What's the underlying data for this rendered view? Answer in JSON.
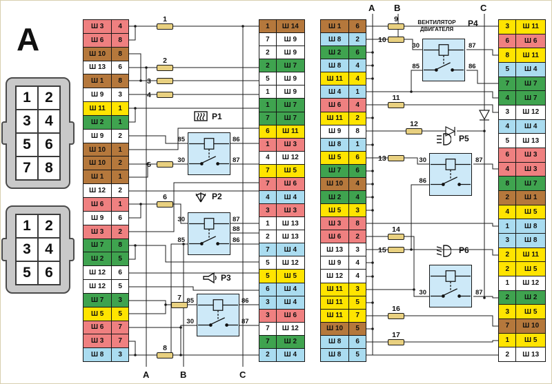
{
  "palette": {
    "red": "#ef8080",
    "yellow": "#ffe400",
    "brown": "#b5783c",
    "white": "#ffffff",
    "green": "#3fa34f",
    "cyan": "#aadcf0"
  },
  "big_label": "A",
  "markers": {
    "top": [
      "A",
      "B",
      "C"
    ],
    "bottom": [
      "A",
      "B",
      "C"
    ]
  },
  "connectors": [
    {
      "pins": [
        "1",
        "2",
        "3",
        "4",
        "5",
        "6",
        "7",
        "8"
      ]
    },
    {
      "pins": [
        "1",
        "2",
        "3",
        "4",
        "5",
        "6"
      ]
    }
  ],
  "fuses": [
    "1",
    "2",
    "3",
    "4",
    "5",
    "6",
    "7",
    "8",
    "9",
    "10",
    "11",
    "12",
    "13",
    "14",
    "15",
    "16",
    "17"
  ],
  "relays": [
    {
      "id": "P1",
      "icon": "rear-defogger",
      "pins": {
        "tl": "85",
        "tr": "86",
        "bl": "30",
        "br": "87"
      }
    },
    {
      "id": "P2",
      "icon": "washer",
      "pins": {
        "tl": "30",
        "tr": "87",
        "r": "88",
        "bl": "85",
        "br": "86"
      }
    },
    {
      "id": "P3",
      "icon": "horn",
      "pins": {
        "tl": "85",
        "tr": "86",
        "bl": "30",
        "br": "87"
      }
    },
    {
      "id": "P4",
      "title_line1": "ВЕНТИЛЯТОР",
      "title_line2": "ДВИГАТЕЛЯ",
      "pins": {
        "tl": "30",
        "tr": "87",
        "bl": "85",
        "br": "86"
      }
    },
    {
      "id": "P5",
      "icon": "high-beam",
      "pins": {
        "tl": "30",
        "tr": "87",
        "bl": "86"
      }
    },
    {
      "id": "P6",
      "icon": "low-beam",
      "pins": {
        "bl": "30",
        "br": "87"
      }
    }
  ],
  "strips": {
    "left_outer": {
      "rows": [
        {
          "label": "Ш 3",
          "pin": "4",
          "color": "red"
        },
        {
          "label": "Ш 6",
          "pin": "8",
          "color": "red"
        },
        {
          "label": "Ш 10",
          "pin": "8",
          "color": "brown"
        },
        {
          "label": "Ш 13",
          "pin": "6",
          "color": "white"
        },
        {
          "label": "Ш 1",
          "pin": "8",
          "color": "brown"
        },
        {
          "label": "Ш 9",
          "pin": "3",
          "color": "white"
        },
        {
          "label": "Ш 11",
          "pin": "1",
          "color": "yellow"
        },
        {
          "label": "Ш 2",
          "pin": "1",
          "color": "green"
        },
        {
          "label": "Ш 9",
          "pin": "2",
          "color": "white"
        },
        {
          "label": "Ш 10",
          "pin": "1",
          "color": "brown"
        },
        {
          "label": "Ш 10",
          "pin": "2",
          "color": "brown"
        },
        {
          "label": "Ш 1",
          "pin": "1",
          "color": "brown"
        },
        {
          "label": "Ш 12",
          "pin": "2",
          "color": "white"
        },
        {
          "label": "Ш 6",
          "pin": "1",
          "color": "red"
        },
        {
          "label": "Ш 9",
          "pin": "6",
          "color": "white"
        },
        {
          "label": "Ш 3",
          "pin": "2",
          "color": "red"
        },
        {
          "label": "Ш 7",
          "pin": "8",
          "color": "green"
        },
        {
          "label": "Ш 2",
          "pin": "5",
          "color": "green"
        },
        {
          "label": "Ш 12",
          "pin": "6",
          "color": "white"
        },
        {
          "label": "Ш 12",
          "pin": "5",
          "color": "white"
        },
        {
          "label": "Ш 7",
          "pin": "3",
          "color": "green"
        },
        {
          "label": "Ш 5",
          "pin": "5",
          "color": "yellow"
        },
        {
          "label": "Ш 6",
          "pin": "7",
          "color": "red"
        },
        {
          "label": "Ш 3",
          "pin": "7",
          "color": "red"
        },
        {
          "label": "Ш 8",
          "pin": "3",
          "color": "cyan"
        }
      ]
    },
    "left_inner": {
      "rows": [
        {
          "pin": "1",
          "label": "Ш 14",
          "color": "brown"
        },
        {
          "pin": "7",
          "label": "Ш 9",
          "color": "white"
        },
        {
          "pin": "2",
          "label": "Ш 9",
          "color": "white"
        },
        {
          "pin": "2",
          "label": "Ш 7",
          "color": "green"
        },
        {
          "pin": "5",
          "label": "Ш 9",
          "color": "white"
        },
        {
          "pin": "1",
          "label": "Ш 9",
          "color": "white"
        },
        {
          "pin": "1",
          "label": "Ш 7",
          "color": "green"
        },
        {
          "pin": "7",
          "label": "Ш 7",
          "color": "green"
        },
        {
          "pin": "6",
          "label": "Ш 11",
          "color": "yellow"
        },
        {
          "pin": "1",
          "label": "Ш 3",
          "color": "red"
        },
        {
          "pin": "4",
          "label": "Ш 12",
          "color": "white"
        },
        {
          "pin": "7",
          "label": "Ш 5",
          "color": "yellow"
        },
        {
          "pin": "7",
          "label": "Ш 6",
          "color": "red"
        },
        {
          "pin": "4",
          "label": "Ш 4",
          "color": "cyan"
        },
        {
          "pin": "3",
          "label": "Ш 3",
          "color": "red"
        },
        {
          "pin": "1",
          "label": "Ш 13",
          "color": "white"
        },
        {
          "pin": "2",
          "label": "Ш 13",
          "color": "white"
        },
        {
          "pin": "7",
          "label": "Ш 4",
          "color": "cyan"
        },
        {
          "pin": "5",
          "label": "Ш 12",
          "color": "white"
        },
        {
          "pin": "5",
          "label": "Ш 5",
          "color": "yellow"
        },
        {
          "pin": "6",
          "label": "Ш 4",
          "color": "cyan"
        },
        {
          "pin": "3",
          "label": "Ш 4",
          "color": "cyan"
        },
        {
          "pin": "3",
          "label": "Ш 6",
          "color": "red"
        },
        {
          "pin": "7",
          "label": "Ш 12",
          "color": "white"
        },
        {
          "pin": "7",
          "label": "Ш 2",
          "color": "green"
        },
        {
          "pin": "2",
          "label": "Ш 4",
          "color": "cyan"
        }
      ]
    },
    "right_inner": {
      "rows": [
        {
          "label": "Ш 1",
          "pin": "6",
          "color": "brown"
        },
        {
          "label": "Ш 8",
          "pin": "2",
          "color": "cyan"
        },
        {
          "label": "Ш 2",
          "pin": "6",
          "color": "green"
        },
        {
          "label": "Ш 8",
          "pin": "4",
          "color": "cyan"
        },
        {
          "label": "Ш 11",
          "pin": "4",
          "color": "yellow"
        },
        {
          "label": "Ш 4",
          "pin": "1",
          "color": "cyan"
        },
        {
          "label": "Ш 6",
          "pin": "4",
          "color": "red"
        },
        {
          "label": "Ш 11",
          "pin": "2",
          "color": "yellow"
        },
        {
          "label": "Ш 9",
          "pin": "8",
          "color": "white"
        },
        {
          "label": "Ш 8",
          "pin": "1",
          "color": "cyan"
        },
        {
          "label": "Ш 5",
          "pin": "6",
          "color": "yellow"
        },
        {
          "label": "Ш 7",
          "pin": "6",
          "color": "green"
        },
        {
          "label": "Ш 10",
          "pin": "4",
          "color": "brown"
        },
        {
          "label": "Ш 2",
          "pin": "4",
          "color": "green"
        },
        {
          "label": "Ш 5",
          "pin": "3",
          "color": "yellow"
        },
        {
          "label": "Ш 3",
          "pin": "8",
          "color": "red"
        },
        {
          "label": "Ш 6",
          "pin": "2",
          "color": "red"
        },
        {
          "label": "Ш 13",
          "pin": "3",
          "color": "white"
        },
        {
          "label": "Ш 9",
          "pin": "4",
          "color": "white"
        },
        {
          "label": "Ш 12",
          "pin": "4",
          "color": "white"
        },
        {
          "label": "Ш 11",
          "pin": "3",
          "color": "yellow"
        },
        {
          "label": "Ш 11",
          "pin": "5",
          "color": "yellow"
        },
        {
          "label": "Ш 11",
          "pin": "7",
          "color": "yellow"
        },
        {
          "label": "Ш 10",
          "pin": "5",
          "color": "brown"
        },
        {
          "label": "Ш 8",
          "pin": "6",
          "color": "cyan"
        },
        {
          "label": "Ш 8",
          "pin": "5",
          "color": "cyan"
        }
      ]
    },
    "right_outer": {
      "rows": [
        {
          "pin": "3",
          "label": "Ш 11",
          "color": "yellow"
        },
        {
          "pin": "6",
          "label": "Ш 6",
          "color": "red"
        },
        {
          "pin": "8",
          "label": "Ш 11",
          "color": "yellow"
        },
        {
          "pin": "5",
          "label": "Ш 4",
          "color": "cyan"
        },
        {
          "pin": "7",
          "label": "Ш 7",
          "color": "green"
        },
        {
          "pin": "4",
          "label": "Ш 7",
          "color": "green"
        },
        {
          "pin": "3",
          "label": "Ш 12",
          "color": "white"
        },
        {
          "pin": "4",
          "label": "Ш 4",
          "color": "cyan"
        },
        {
          "pin": "5",
          "label": "Ш 13",
          "color": "white"
        },
        {
          "pin": "6",
          "label": "Ш 3",
          "color": "red"
        },
        {
          "pin": "4",
          "label": "Ш 3",
          "color": "red"
        },
        {
          "pin": "8",
          "label": "Ш 7",
          "color": "green"
        },
        {
          "pin": "2",
          "label": "Ш 1",
          "color": "brown"
        },
        {
          "pin": "4",
          "label": "Ш 5",
          "color": "yellow"
        },
        {
          "pin": "1",
          "label": "Ш 8",
          "color": "cyan"
        },
        {
          "pin": "3",
          "label": "Ш 8",
          "color": "cyan"
        },
        {
          "pin": "2",
          "label": "Ш 11",
          "color": "yellow"
        },
        {
          "pin": "2",
          "label": "Ш 5",
          "color": "yellow"
        },
        {
          "pin": "1",
          "label": "Ш 12",
          "color": "white"
        },
        {
          "pin": "2",
          "label": "Ш 2",
          "color": "green"
        },
        {
          "pin": "3",
          "label": "Ш 5",
          "color": "yellow"
        },
        {
          "pin": "7",
          "label": "Ш 10",
          "color": "brown"
        },
        {
          "pin": "1",
          "label": "Ш 5",
          "color": "yellow"
        },
        {
          "pin": "2",
          "label": "Ш 13",
          "color": "white"
        }
      ]
    }
  }
}
